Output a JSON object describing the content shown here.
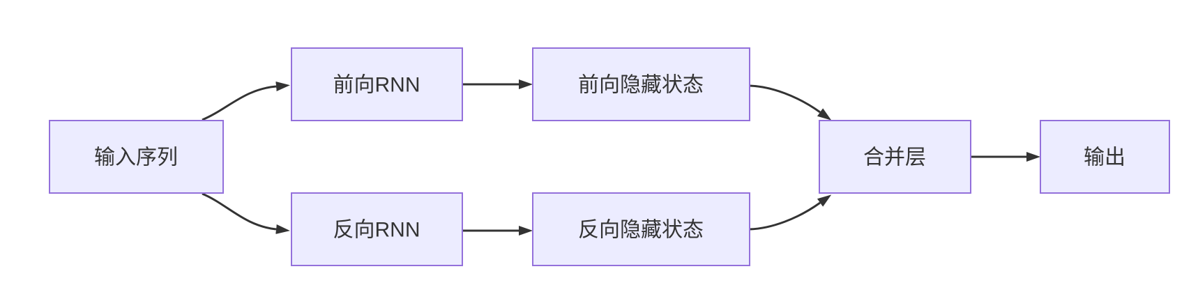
{
  "diagram": {
    "type": "flowchart",
    "direction": "left-to-right",
    "background": "#ffffff",
    "colors": {
      "node_fill": "#ECECFF",
      "node_border": "#9370DB",
      "edge": "#333333",
      "text": "#333333"
    },
    "nodes": {
      "input": {
        "label": "输入序列"
      },
      "forward_rnn": {
        "label": "前向RNN"
      },
      "forward_hidden": {
        "label": "前向隐藏状态"
      },
      "backward_rnn": {
        "label": "反向RNN"
      },
      "backward_hidden": {
        "label": "反向隐藏状态"
      },
      "merge": {
        "label": "合并层"
      },
      "output": {
        "label": "输出"
      }
    },
    "edges": [
      {
        "from": "输入序列",
        "to": "前向RNN",
        "style": "curved-arrow"
      },
      {
        "from": "输入序列",
        "to": "反向RNN",
        "style": "curved-arrow"
      },
      {
        "from": "前向RNN",
        "to": "前向隐藏状态",
        "style": "straight-arrow"
      },
      {
        "from": "反向RNN",
        "to": "反向隐藏状态",
        "style": "straight-arrow"
      },
      {
        "from": "前向隐藏状态",
        "to": "合并层",
        "style": "curved-arrow"
      },
      {
        "from": "反向隐藏状态",
        "to": "合并层",
        "style": "curved-arrow"
      },
      {
        "from": "合并层",
        "to": "输出",
        "style": "straight-arrow"
      }
    ]
  }
}
